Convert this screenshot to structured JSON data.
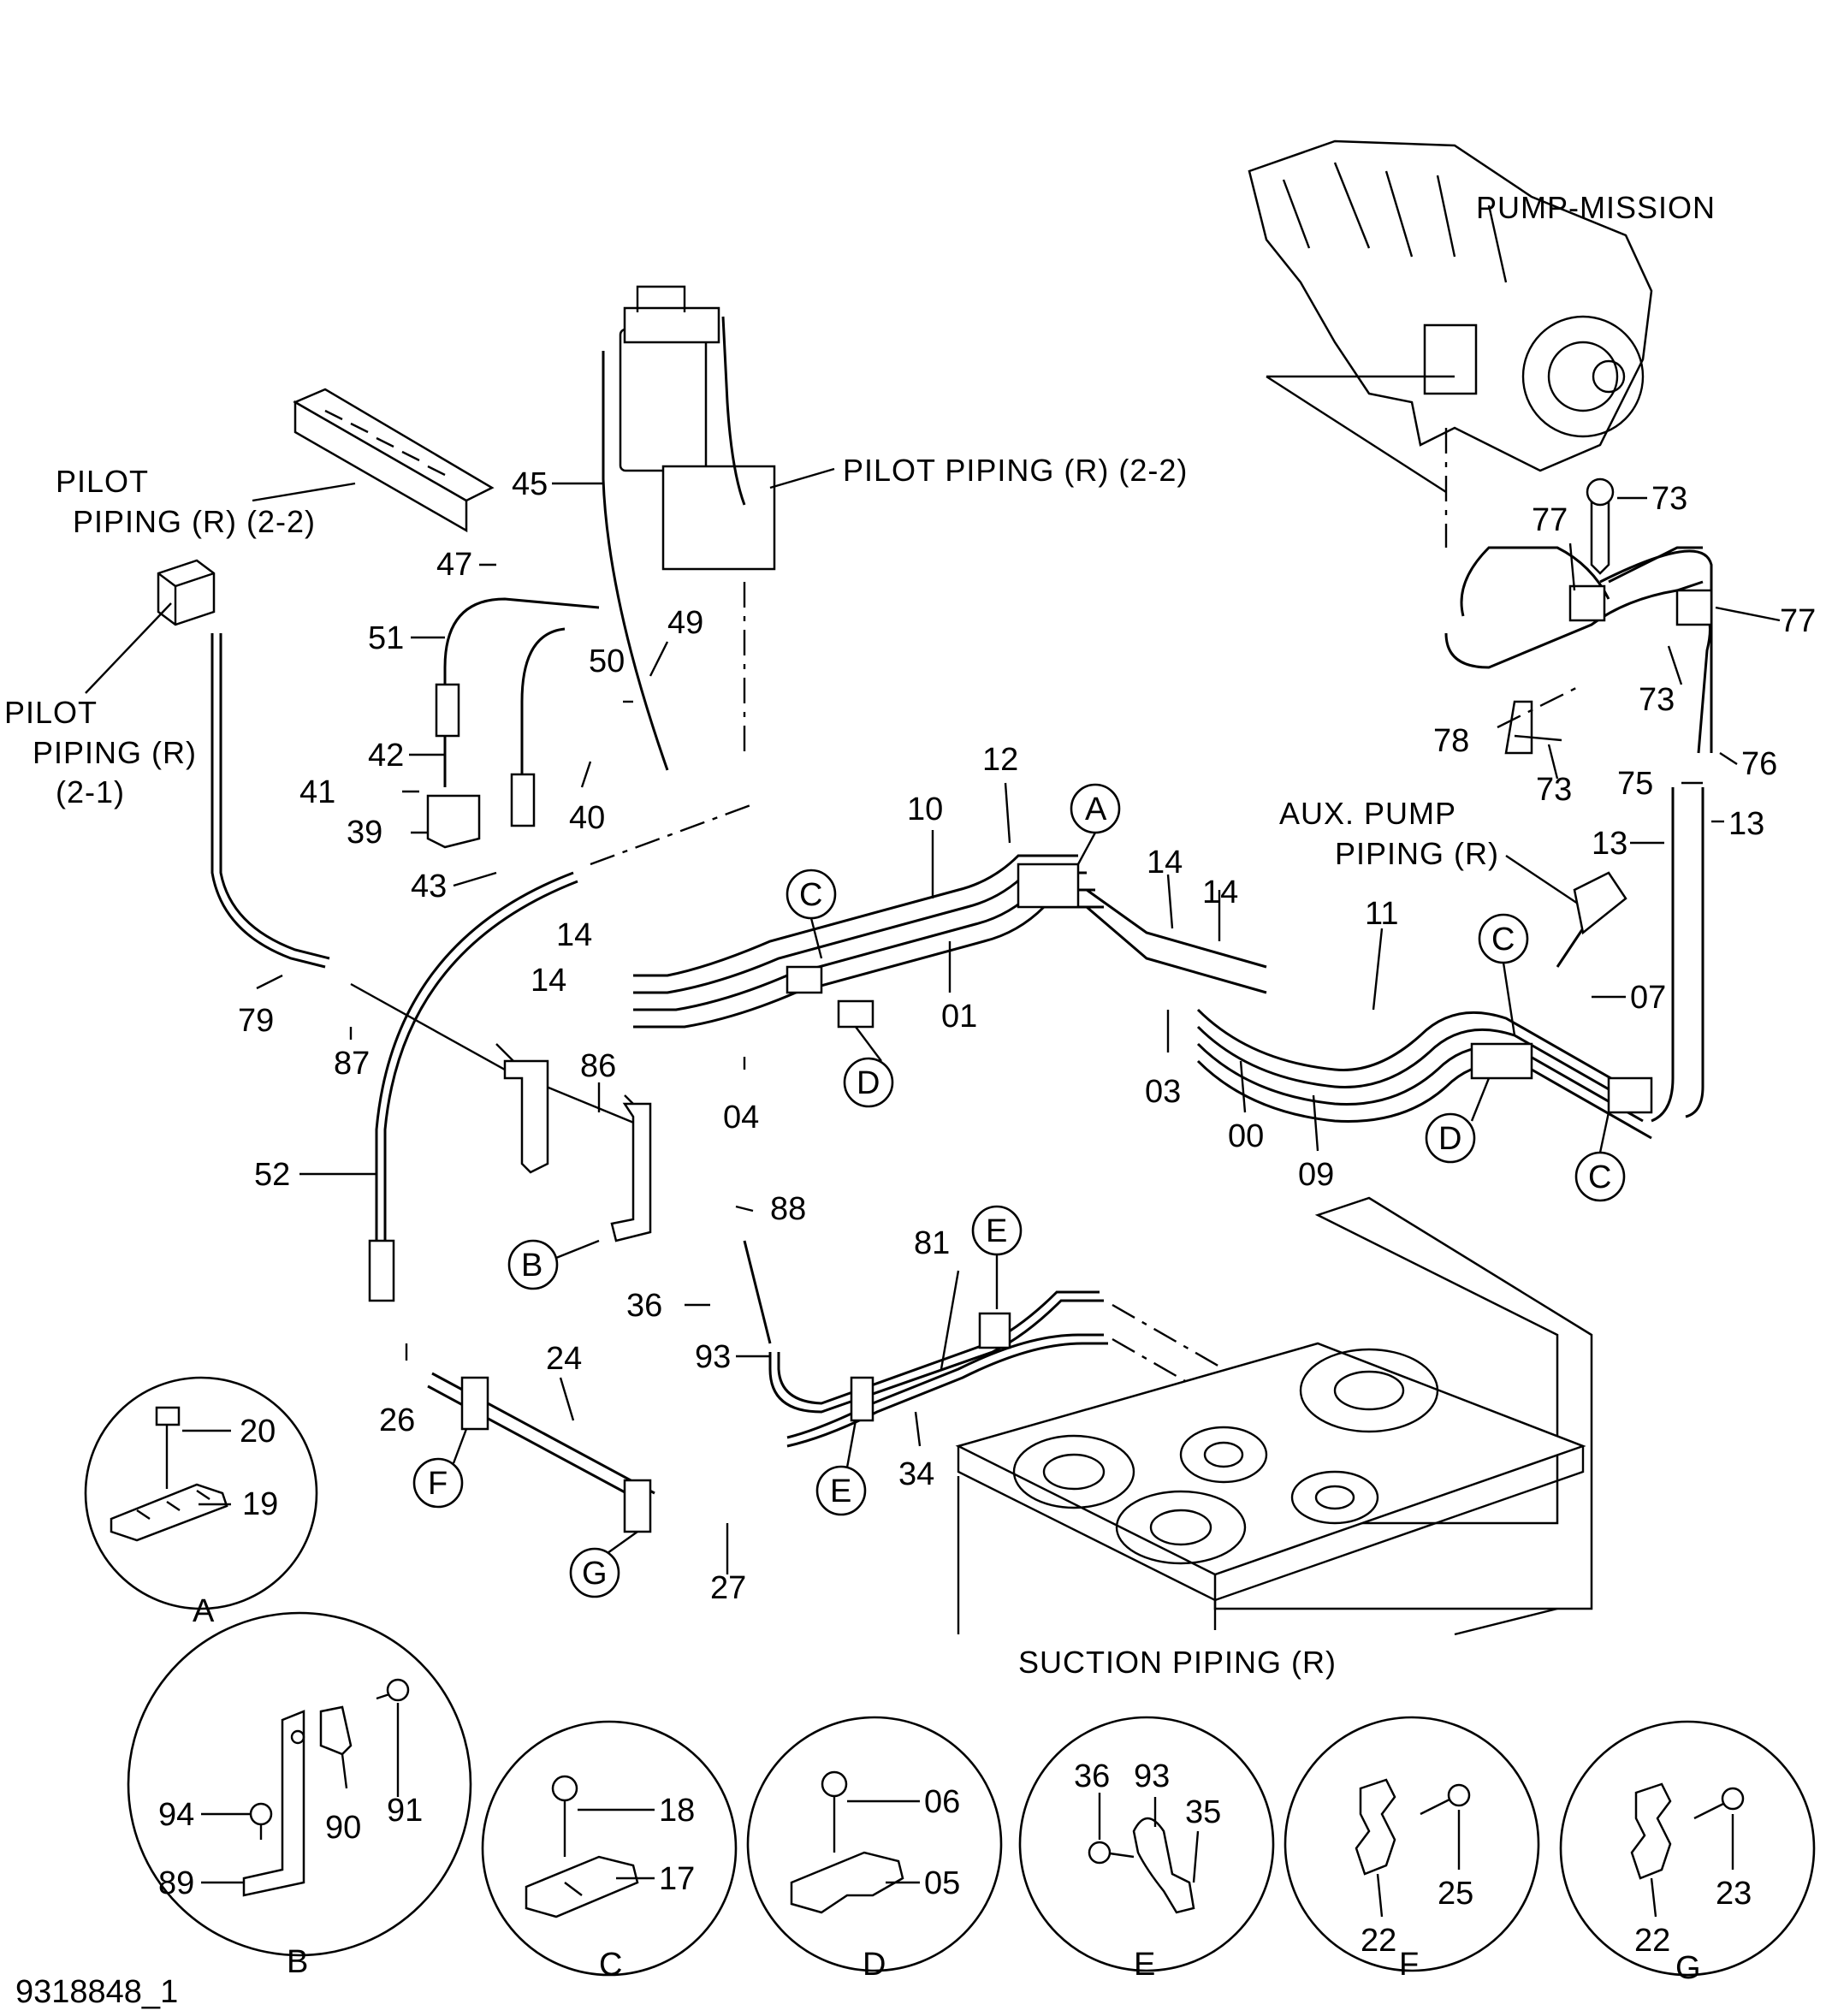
{
  "diagram": {
    "drawing_id": "9318848_1",
    "titles": {
      "pump_mission": "PUMP-MISSION",
      "pilot_piping_r_2_2_top": "PILOT  PIPING (R)  (2-2)",
      "pilot_piping_r_2_2_left_line1": "PILOT",
      "pilot_piping_r_2_2_left_line2": "PIPING (R)  (2-2)",
      "pilot_piping_r_2_1_line1": "PILOT",
      "pilot_piping_r_2_1_line2": "PIPING (R)",
      "pilot_piping_r_2_1_line3": "(2-1)",
      "aux_pump_line1": "AUX.  PUMP",
      "aux_pump_line2": "PIPING (R)",
      "suction_piping": "SUCTION  PIPING (R)"
    },
    "callouts": [
      "A",
      "B",
      "C",
      "D",
      "E",
      "F",
      "G"
    ],
    "labels": {
      "p45": "45",
      "p47": "47",
      "p51": "51",
      "p50": "50",
      "p49": "49",
      "p42": "42",
      "p41": "41",
      "p39": "39",
      "p40": "40",
      "p43": "43",
      "p79": "79",
      "p87": "87",
      "p86": "86",
      "p52": "52",
      "p88": "88",
      "p36": "36",
      "p93": "93",
      "p26": "26",
      "p24": "24",
      "p27": "27",
      "p81": "81",
      "p34": "34",
      "p14a": "14",
      "p14b": "14",
      "p14c": "14",
      "p14d": "14",
      "p04": "04",
      "p10": "10",
      "p12": "12",
      "p01": "01",
      "p03": "03",
      "p00": "00",
      "p09": "09",
      "p11": "11",
      "p07": "07",
      "p13a": "13",
      "p13b": "13",
      "p75": "75",
      "p76": "76",
      "p73a": "73",
      "p73b": "73",
      "p73c": "73",
      "p77a": "77",
      "p77b": "77",
      "p78": "78"
    },
    "details": {
      "A": {
        "label": "A",
        "parts": [
          "20",
          "19"
        ]
      },
      "B": {
        "label": "B",
        "parts": [
          "94",
          "89",
          "90",
          "91"
        ]
      },
      "C": {
        "label": "C",
        "parts": [
          "18",
          "17"
        ]
      },
      "D": {
        "label": "D",
        "parts": [
          "06",
          "05"
        ]
      },
      "E": {
        "label": "E",
        "parts": [
          "36",
          "93",
          "35"
        ]
      },
      "F": {
        "label": "F",
        "parts": [
          "22",
          "25"
        ]
      },
      "G": {
        "label": "G",
        "parts": [
          "22",
          "23"
        ]
      }
    }
  }
}
